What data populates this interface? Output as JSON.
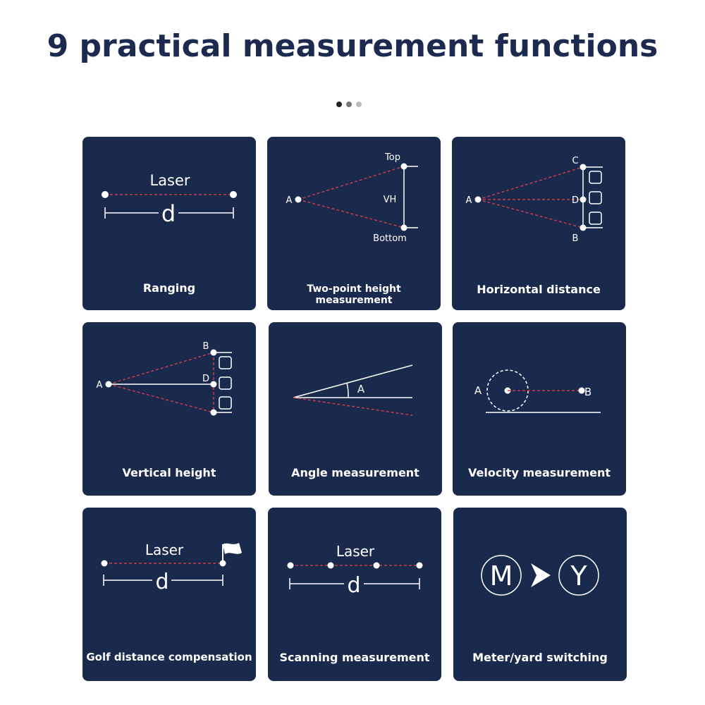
{
  "title": "9 practical measurement functions",
  "pager": {
    "dots": [
      "#222222",
      "#777777",
      "#bbbbbb"
    ]
  },
  "colors": {
    "card_bg": "#1a2a4d",
    "laser_red": "#c9394a",
    "line_white": "#ffffff"
  },
  "cards": [
    {
      "label": "Ranging",
      "texts": {
        "laser": "Laser",
        "d": "d"
      }
    },
    {
      "label": "Two-point height measurement",
      "texts": {
        "top": "Top",
        "a": "A",
        "vh": "VH",
        "bottom": "Bottom"
      }
    },
    {
      "label": "Horizontal distance",
      "texts": {
        "c": "C",
        "a": "A",
        "d": "D",
        "b": "B"
      }
    },
    {
      "label": "Vertical height",
      "texts": {
        "b": "B",
        "a": "A",
        "d": "D"
      }
    },
    {
      "label": "Angle measurement",
      "texts": {
        "a": "A"
      }
    },
    {
      "label": "Velocity measurement",
      "texts": {
        "a": "A",
        "b": "B"
      }
    },
    {
      "label": "Golf distance compensation",
      "texts": {
        "laser": "Laser",
        "d": "d"
      }
    },
    {
      "label": "Scanning measurement",
      "texts": {
        "laser": "Laser",
        "d": "d"
      }
    },
    {
      "label": "Meter/yard switching",
      "texts": {
        "m": "M",
        "y": "Y"
      }
    }
  ]
}
